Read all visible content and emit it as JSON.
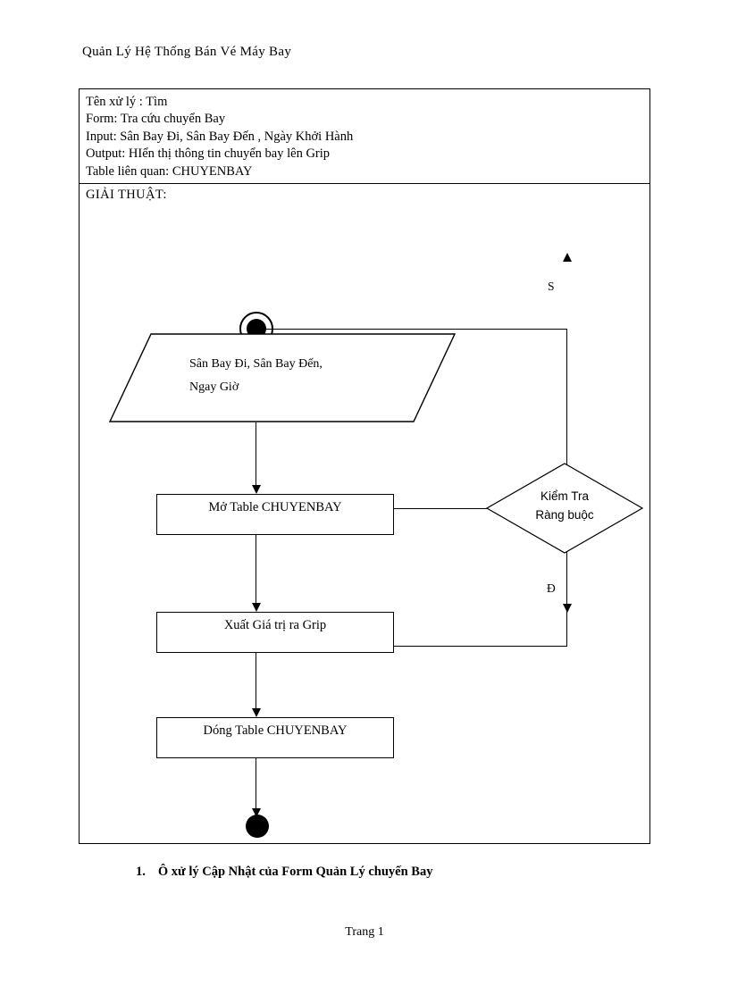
{
  "document": {
    "title": "Quản Lý Hệ Thống Bán Vé Máy Bay",
    "footer": "Trang 1",
    "caption": {
      "number": "1.",
      "text": "Ô xử lý Cập Nhật của Form Quản Lý chuyến Bay"
    }
  },
  "info_block": {
    "lines": [
      "Tên xử lý : Tìm",
      "Form:  Tra cứu chuyển Bay",
      "Input:  Sân Bay Đi, Sân Bay  Đến ,  Ngày Khởi Hành",
      "Output:  HIển thị  thông tin  chuyển bay lên Grip",
      "Table liên  quan: CHUYENBAY"
    ]
  },
  "algorithm": {
    "section_label": "GIẢI THUẬT:",
    "nodes": {
      "start": "start-node",
      "input_shape_line1": "Sân Bay Đi, Sân Bay Đến,",
      "input_shape_line2": "Ngay Giờ",
      "process_1": "Mở Table CHUYENBAY",
      "decision_line1": "Kiểm Tra",
      "decision_line2": "Ràng buộc",
      "process_2": "Xuất Giá trị ra Grip",
      "process_3": "Dóng Table CHUYENBAY",
      "end": "end-node"
    },
    "branch_labels": {
      "no": "S",
      "yes": "Đ"
    }
  },
  "colors": {
    "line": "#000000",
    "background": "#ffffff",
    "text": "#000000"
  }
}
